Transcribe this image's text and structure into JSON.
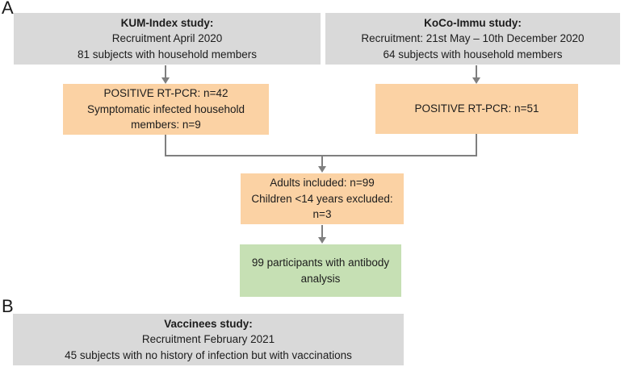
{
  "panel_a": {
    "label": "A",
    "kum_box": {
      "title": "KUM-Index study:",
      "recruitment": "Recruitment April 2020",
      "subjects": "81 subjects with household members"
    },
    "koco_box": {
      "title": "KoCo-Immu study:",
      "recruitment": "Recruitment: 21st May – 10th December 2020",
      "subjects": "64 subjects with household members"
    },
    "pcr_kum_box": {
      "line1": "POSITIVE RT-PCR: n=42",
      "line2": "Symptomatic infected household members: n=9"
    },
    "pcr_koco_box": {
      "line1": "POSITIVE RT-PCR: n=51"
    },
    "inclusion_box": {
      "line1": "Adults included: n=99",
      "line2": "Children <14 years excluded: n=3"
    },
    "result_box": {
      "text": "99 participants with antibody analysis"
    }
  },
  "panel_b": {
    "label": "B",
    "vaccinees_box": {
      "title": "Vaccinees study:",
      "recruitment": "Recruitment February 2021",
      "subjects": "45 subjects with no history of infection but with vaccinations"
    }
  },
  "colors": {
    "study_box_gray": "#d9d9d9",
    "step_box_orange": "#fbd2a4",
    "result_box_green": "#c6e0b4",
    "connector_gray": "#7f7f7f"
  }
}
